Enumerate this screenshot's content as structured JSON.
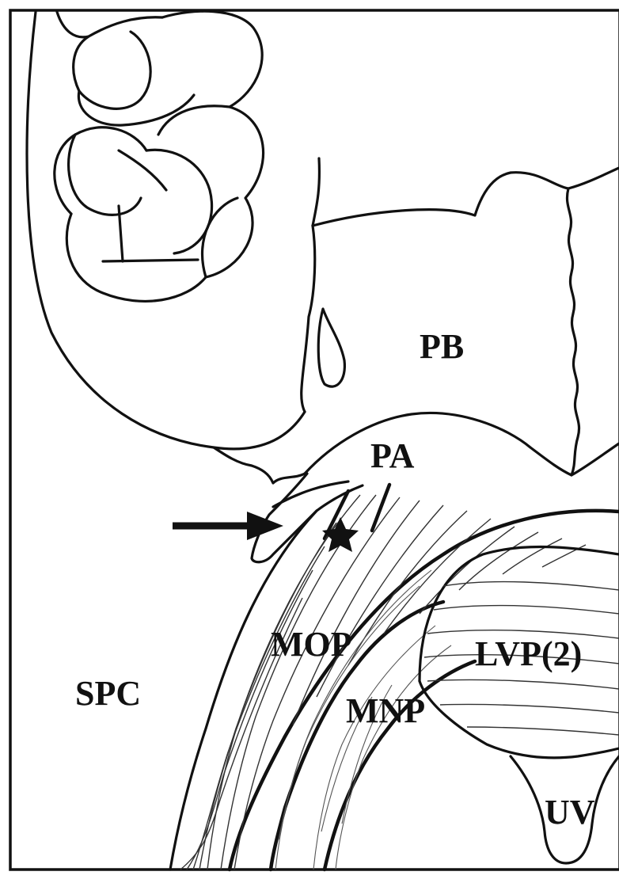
{
  "labels": {
    "pb": "PB",
    "pa": "PA",
    "mop": "MOP",
    "lvp": "LVP(2)",
    "spc": "SPC",
    "mnp": "MNP",
    "uv": "UV"
  },
  "markers": {
    "arrow": "arrow-right-icon",
    "star": "star-icon"
  },
  "colors": {
    "line": "#111111",
    "background": "#ffffff"
  }
}
